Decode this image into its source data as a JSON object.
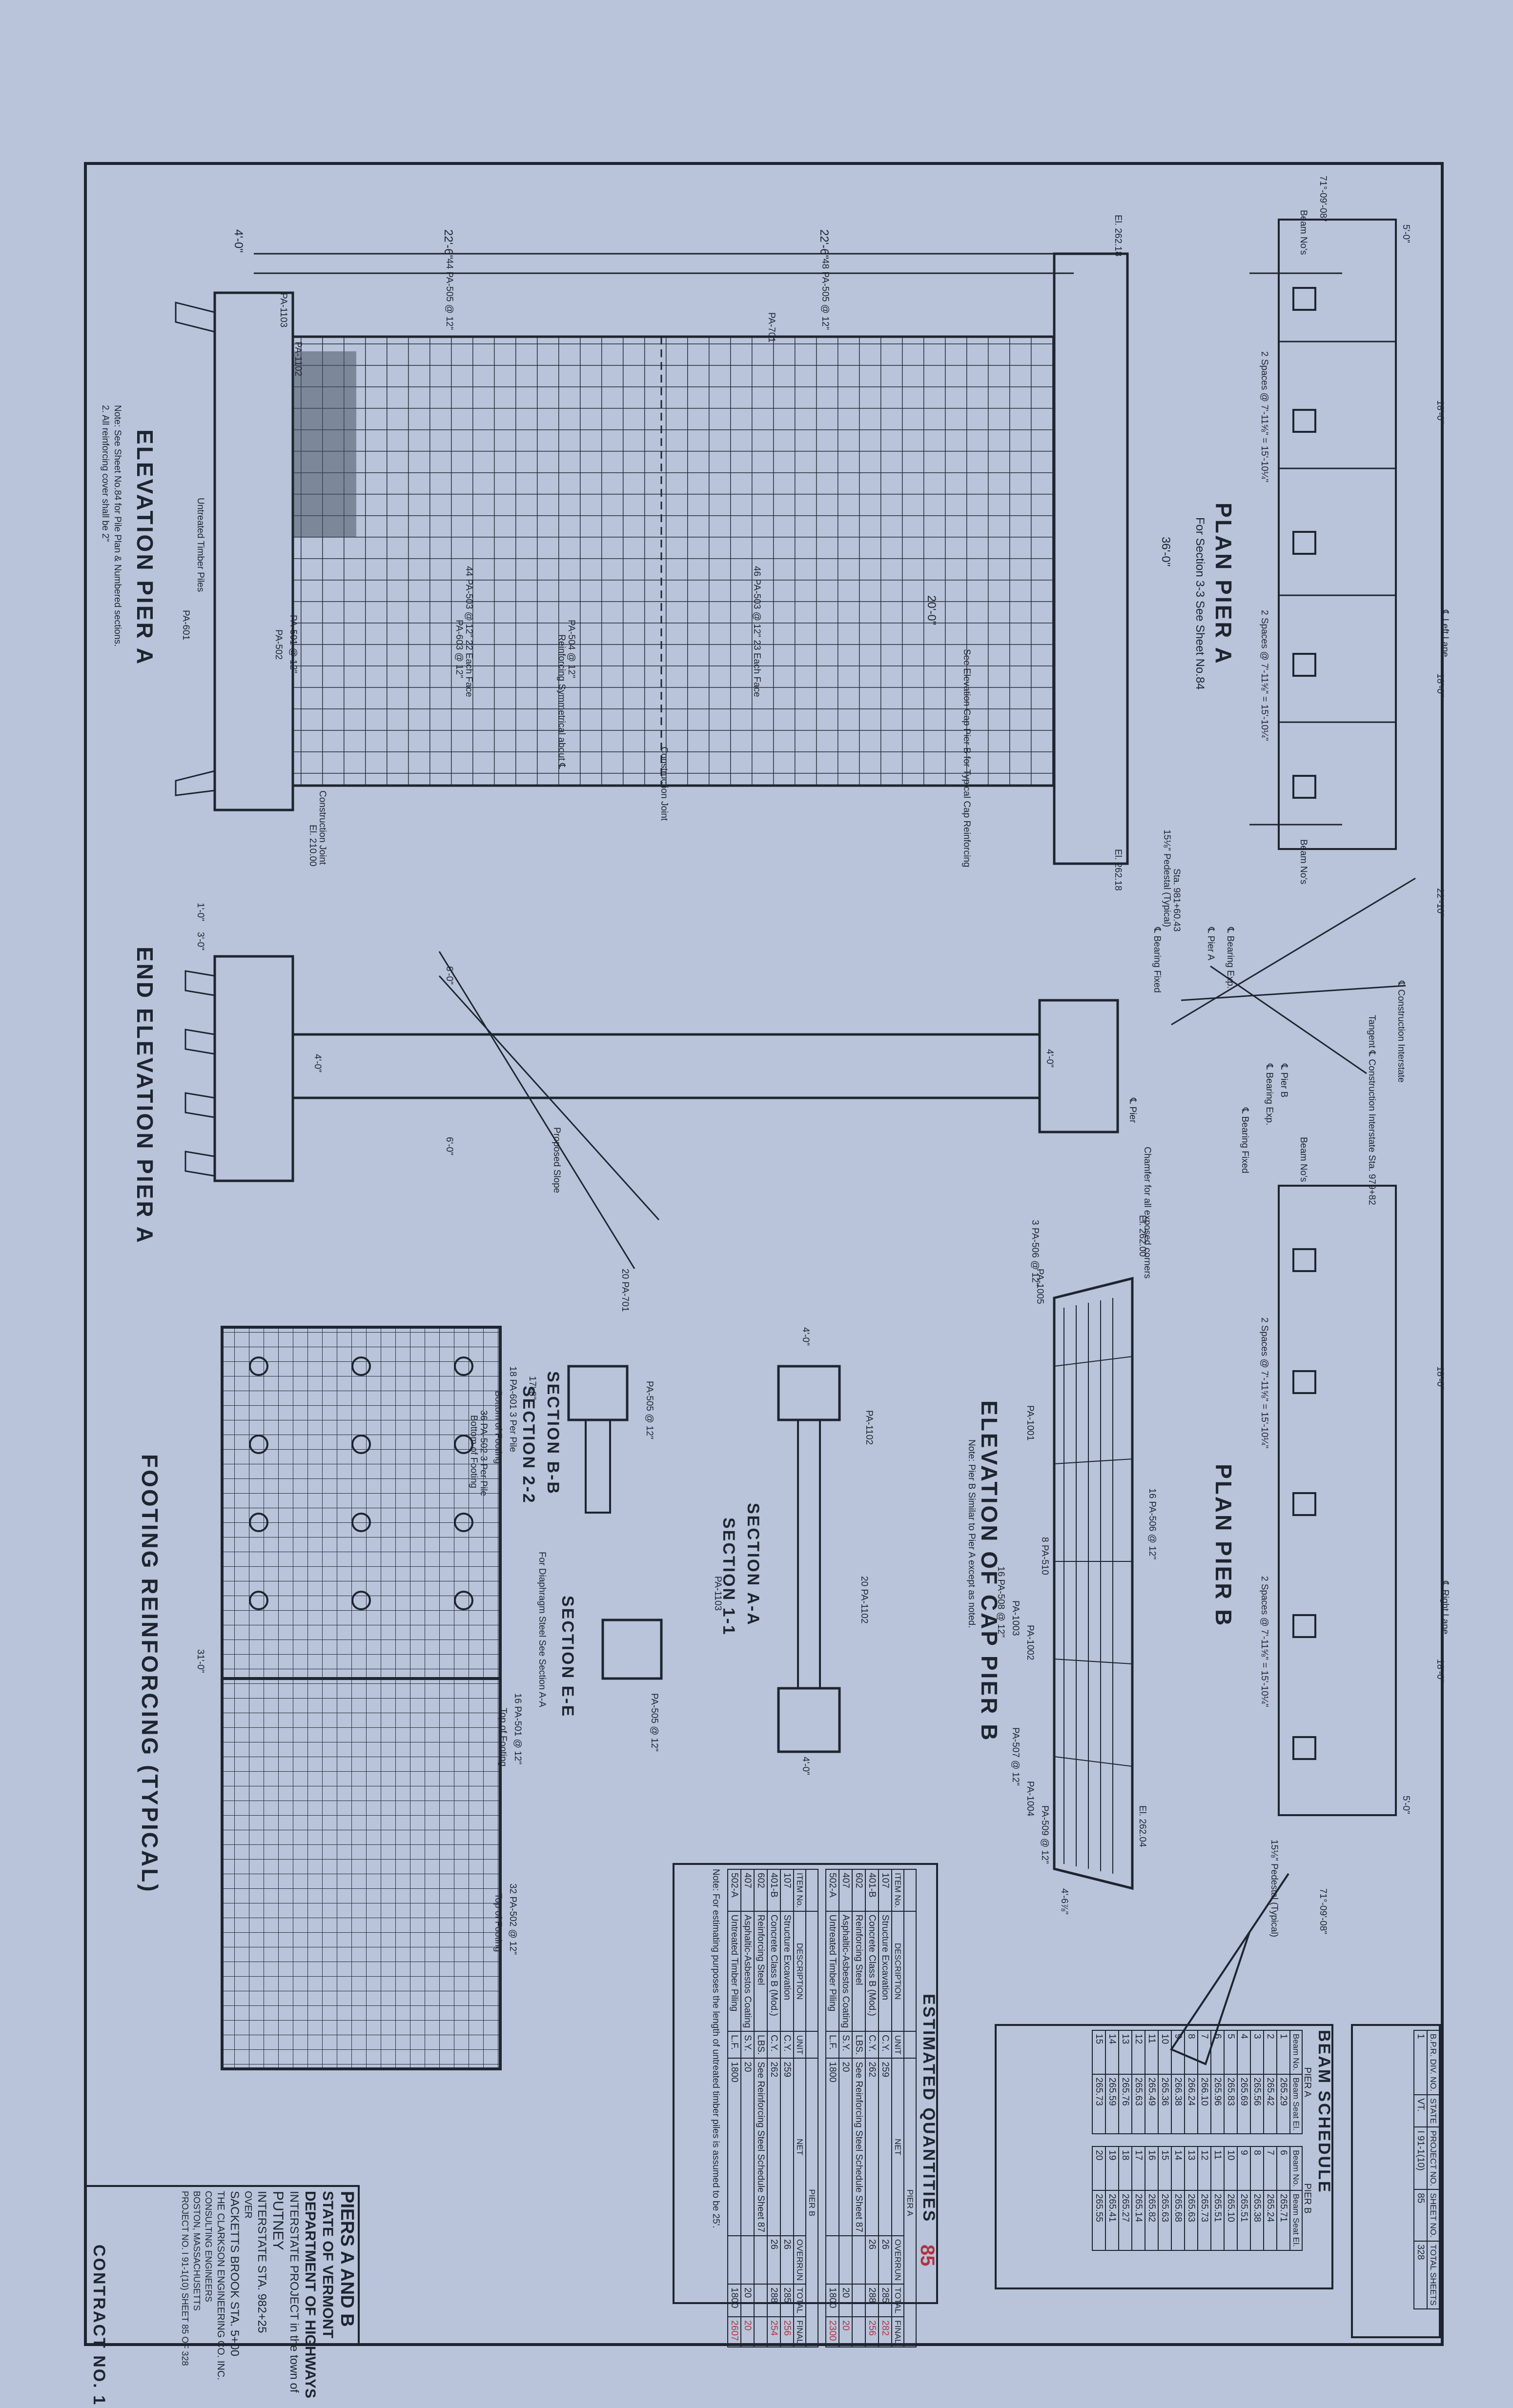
{
  "plan_a": {
    "title": "PLAN PIER A",
    "section_ref": "For Section 3-3 See Sheet No.84",
    "dims": [
      "5'-0\"",
      "18'-0\"",
      "2 Spaces @ 7'-11⅝\" = 15'-10¼\"",
      "2 Spaces @ 7'-11⅝\" = 15'-10¼\"",
      "18'-0\"",
      "22'-10\""
    ],
    "notes": [
      "Beam No's",
      "71°-09'-08\"",
      "℄ Left Lane",
      "Sta. 981+60.43",
      "15⅛\" Pedestal (Typical)",
      "℄ Bearing Fixed",
      "℄ Bearing Exp.",
      "℄ Pier A",
      "Beam No's"
    ]
  },
  "plan_b": {
    "title": "PLAN PIER B",
    "dims": [
      "18'-0\"",
      "2 Spaces @ 7'-11⅝\" = 15'-10¼\"",
      "2 Spaces @ 7'-11⅝\" = 15'-10¼\"",
      "18'-0\"",
      "5'-0\""
    ],
    "notes": [
      "Beam No's",
      "℄ Right Lane",
      "15⅛\" Pedestal (Typical)",
      "71°-09'-08\"",
      "℄ Bearing Fixed",
      "℄ Bearing Exp.",
      "℄ Pier B",
      "℄ Construction Interstate",
      "Tangent ℄ Construction Interstate Sta. 979+82"
    ]
  },
  "elev_a": {
    "title": "ELEVATION PIER A",
    "note": "Note: See Sheet No.84 for Pile Plan & Numbered sections.",
    "note2": "2. All reinforcing cover shall be 2\"",
    "dims": [
      "4'-0\"",
      "22'-6\"",
      "22'-6\"",
      "44 PA-505 @ 12\"",
      "48 PA-505 @ 12\"",
      "44 PA-503 @ 12\" 22 Each Face",
      "46 PA-503 @ 12\" 23 Each Face",
      "36'-0\"",
      "20'-0\"",
      "El. 262.18",
      "El. 262.18",
      "El. 210.00"
    ],
    "callouts": [
      "PA-1103",
      "PA-1102",
      "PA-701",
      "PA-601",
      "PA-501 @ 12\"",
      "PA-502",
      "PA-603 @ 12\"",
      "PA-504 @ 12\"",
      "Construction Joint",
      "Construction Joint",
      "Untreated Timber Piles",
      "See Elevation Cap Pier B for Typical Cap Reinforcing",
      "Reinforcing Symmetrical about ℄"
    ]
  },
  "end_elev": {
    "title": "END ELEVATION PIER A",
    "dims": [
      "6'-0\"",
      "4'-0\"",
      "6'-0\"",
      "4'-0\"",
      "3'-0\"",
      "1'-0\""
    ],
    "notes": [
      "Proposed Slope",
      "℄ Pier",
      "Chamfer for all exposed corners"
    ]
  },
  "cap_b": {
    "title": "ELEVATION OF CAP PIER B",
    "note": "Note: Pier B Similar to Pier A except as noted.",
    "callouts": [
      "3 PA-506 @ 12\"",
      "El. 262.00",
      "El. 262.04",
      "16 PA-506 @ 12\"",
      "16 PA-508 @ 12\"",
      "PA-1001",
      "PA-1002",
      "PA-1003",
      "PA-1004",
      "PA-1005",
      "8 PA-510",
      "PA-509 @ 12\"",
      "PA-507 @ 12\"",
      "4'-6⅞\""
    ]
  },
  "sections": {
    "aa_title": "SECTION A-A",
    "aa_sub": "SECTION 1-1",
    "bb_title": "SECTION B-B",
    "bb_sub": "SECTION 2-2",
    "ee_title": "SECTION E-E",
    "callouts": [
      "PA-505 @ 12\"",
      "PA-1102",
      "20 PA-701",
      "PA-1103",
      "For Diaphragm Steel See Section A-A",
      "4'-0\"",
      "4'-0\"",
      "PA-505 @ 12\"",
      "20 PA-1102"
    ]
  },
  "footing": {
    "title": "FOOTING REINFORCING (TYPICAL)",
    "callouts": [
      "17'-8\"",
      "18 PA-601 3 Per Pile",
      "Bottom of Footing",
      "31'-0\"",
      "36 PA-502 3 Per Pile",
      "Bottom of Footing",
      "16 PA-501 @ 12\"",
      "Top of Footing",
      "32 PA-502 @ 12\"",
      "Top of Footing"
    ]
  },
  "beam_schedule": {
    "title": "BEAM SCHEDULE",
    "pier_a": {
      "label": "PIER A",
      "headers": [
        "Beam No.",
        "Beam Seat El."
      ],
      "rows": [
        [
          "1",
          "265.29"
        ],
        [
          "2",
          "265.42"
        ],
        [
          "3",
          "265.56"
        ],
        [
          "4",
          "265.69"
        ],
        [
          "5",
          "265.83"
        ],
        [
          "6",
          "265.96"
        ],
        [
          "7",
          "266.10"
        ],
        [
          "8",
          "266.24"
        ],
        [
          "9",
          "266.38"
        ],
        [
          "10",
          "265.36"
        ],
        [
          "11",
          "265.49"
        ],
        [
          "12",
          "265.63"
        ],
        [
          "13",
          "265.76"
        ],
        [
          "14",
          "265.59"
        ],
        [
          "15",
          "265.73"
        ]
      ]
    },
    "pier_b": {
      "label": "PIER B",
      "headers": [
        "Beam No.",
        "Beam Seat El."
      ],
      "rows": [
        [
          "6",
          "265.71"
        ],
        [
          "7",
          "265.24"
        ],
        [
          "8",
          "265.38"
        ],
        [
          "9",
          "265.51"
        ],
        [
          "10",
          "265.10"
        ],
        [
          "11",
          "265.51"
        ],
        [
          "12",
          "265.73"
        ],
        [
          "13",
          "265.63"
        ],
        [
          "14",
          "265.68"
        ],
        [
          "15",
          "265.63"
        ],
        [
          "16",
          "265.82"
        ],
        [
          "17",
          "265.14"
        ],
        [
          "18",
          "265.27"
        ],
        [
          "19",
          "265.41"
        ],
        [
          "20",
          "265.55"
        ]
      ]
    }
  },
  "quantities": {
    "title": "ESTIMATED QUANTITIES",
    "pier_a": {
      "label": "PIER A",
      "headers": [
        "ITEM No.",
        "DESCRIPTION",
        "UNIT",
        "NET",
        "OVERRUN",
        "TOTAL",
        "FINAL"
      ],
      "rows": [
        [
          "107",
          "Structure Excavation",
          "C.Y.",
          "259",
          "26",
          "285",
          "282"
        ],
        [
          "401-B",
          "Concrete Class B (Mod.)",
          "C.Y.",
          "262",
          "26",
          "288",
          "256"
        ],
        [
          "602",
          "Reinforcing Steel",
          "LBS.",
          "See Reinforcing Steel Schedule Sheet 87",
          "",
          "",
          ""
        ],
        [
          "407",
          "Asphaltic-Asbestos Coating",
          "S.Y.",
          "20",
          "",
          "20",
          "20"
        ],
        [
          "502-A",
          "Untreated Timber Piling",
          "L.F.",
          "1800",
          "",
          "1800",
          "2300"
        ]
      ]
    },
    "pier_b": {
      "label": "PIER B",
      "headers": [
        "ITEM No.",
        "DESCRIPTION",
        "UNIT",
        "NET",
        "OVERRUN",
        "TOTAL",
        "FINAL"
      ],
      "rows": [
        [
          "107",
          "Structure Excavation",
          "C.Y.",
          "259",
          "26",
          "285",
          "256"
        ],
        [
          "401-B",
          "Concrete Class B (Mod.)",
          "C.Y.",
          "262",
          "26",
          "288",
          "254"
        ],
        [
          "602",
          "Reinforcing Steel",
          "LBS.",
          "See Reinforcing Steel Schedule Sheet 87",
          "",
          "",
          ""
        ],
        [
          "407",
          "Asphaltic-Asbestos Coating",
          "S.Y.",
          "20",
          "",
          "20",
          "20"
        ],
        [
          "502-A",
          "Untreated Timber Piling",
          "L.F.",
          "1800",
          "",
          "1800",
          "2607"
        ]
      ]
    },
    "note": "Note: For estimating purposes the length of untreated timber piles is assumed to be 25'."
  },
  "sheet_block": {
    "headers": [
      "B.P.R. DIV. NO.",
      "STATE",
      "PROJECT NO.",
      "SHEET NO.",
      "TOTAL SHEETS"
    ],
    "values": [
      "1",
      "VT.",
      "I 91-1(10)",
      "85",
      "328"
    ],
    "handwritten": "85"
  },
  "title_block": {
    "lines": [
      "PIERS A AND B",
      "STATE OF VERMONT",
      "DEPARTMENT OF HIGHWAYS",
      "INTERSTATE PROJECT in the town of",
      "PUTNEY",
      "INTERSTATE  STA. 982+25",
      "OVER",
      "SACKETTS BROOK  STA. 5+00",
      "THE CLARKSON ENGINEERING CO. INC.",
      "CONSULTING ENGINEERS",
      "BOSTON, MASSACHUSETTS",
      "PROJECT NO. I 91-1(10)   SHEET 85 OF 328"
    ],
    "contract": "CONTRACT NO. 1"
  }
}
